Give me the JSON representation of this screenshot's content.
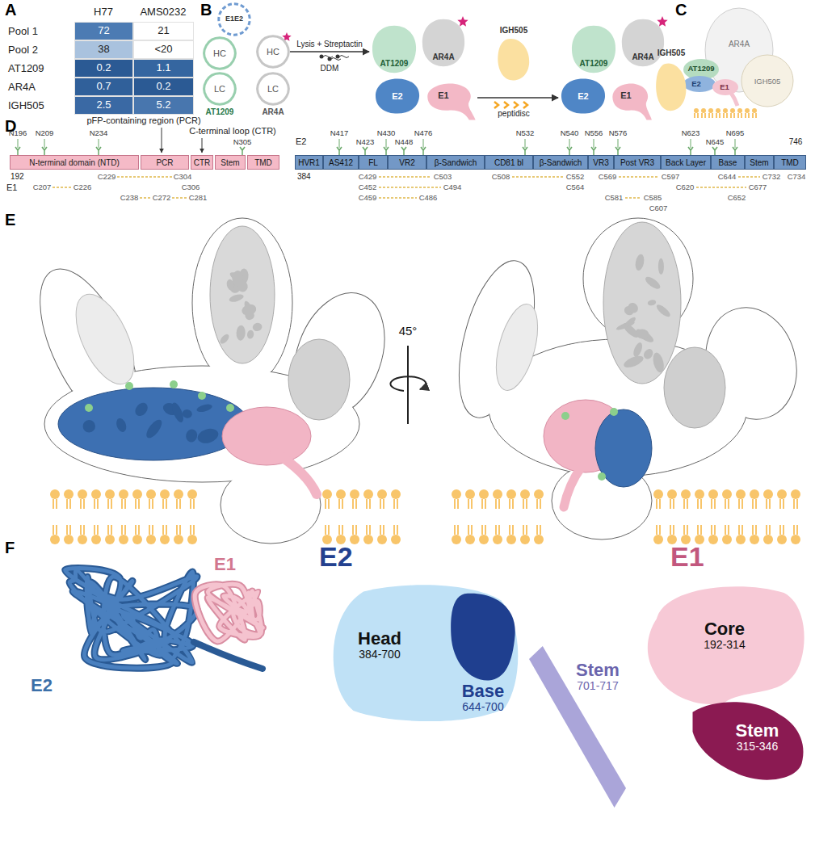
{
  "diagram": {
    "nodes": [
      {
        "text": [
          "72"
        ]
      },
      {
        "text": [
          "21"
        ]
      },
      {
        "text": [
          "38"
        ]
      },
      {
        "text": [
          "<20"
        ]
      },
      {
        "text": [
          "0.2"
        ]
      },
      {
        "text": [
          "1.1"
        ]
      },
      {
        "text": [
          "0.7"
        ]
      },
      {
        "text": [
          "0.2"
        ]
      },
      {
        "text": [
          "2.5"
        ]
      },
      {
        "text": [
          "5.2"
        ]
      },
      {
        "text": [
          "E1E2"
        ]
      },
      {
        "text": [
          "HC"
        ]
      },
      {
        "text": [
          "HC"
        ]
      },
      {
        "text": [
          "LC"
        ]
      },
      {
        "text": [
          "LC"
        ]
      },
      {
        "text": [
          "AT1209"
        ]
      },
      {
        "text": [
          "AR4A"
        ]
      },
      {
        "text": [
          "E2"
        ]
      },
      {
        "text": [
          "E1"
        ]
      },
      {
        "text": [
          "IGH505"
        ]
      },
      {
        "text": [
          "AT1209"
        ]
      },
      {
        "text": [
          "AR4A"
        ]
      },
      {
        "text": [
          "E2"
        ]
      },
      {
        "text": [
          "E1"
        ]
      },
      {
        "text": [
          "IGH505"
        ]
      },
      {
        "text": [
          "N-terminal domain (NTD)"
        ]
      },
      {
        "text": [
          "PCR"
        ]
      },
      {
        "text": [
          "CTR"
        ]
      },
      {
        "text": [
          "Stem"
        ]
      },
      {
        "text": [
          "TMD"
        ]
      },
      {
        "text": [
          "HVR1"
        ]
      },
      {
        "text": [
          "AS412"
        ]
      },
      {
        "text": [
          "FL"
        ]
      },
      {
        "text": [
          "VR2"
        ]
      },
      {
        "text": [
          "β-Sandwich"
        ]
      },
      {
        "text": [
          "CD81 bl"
        ]
      },
      {
        "text": [
          "β-Sandwich"
        ]
      },
      {
        "text": [
          "VR3"
        ]
      },
      {
        "text": [
          "Post VR3"
        ]
      },
      {
        "text": [
          "Back Layer"
        ]
      },
      {
        "text": [
          "Base"
        ]
      },
      {
        "text": [
          "Stem"
        ]
      },
      {
        "text": [
          "TMD"
        ]
      },
      {
        "text": [
          "Head",
          "384-700"
        ]
      },
      {
        "text": [
          "Base",
          "644-700"
        ],
        "in": 43
      },
      {
        "text": [
          "Stem",
          "701-717"
        ]
      },
      {
        "text": [
          "Core",
          "192-314"
        ]
      },
      {
        "text": [
          "Stem",
          "315-346"
        ]
      }
    ],
    "edges": [
      {
        "from": 12,
        "to": 15,
        "label": "Lysis + Streptactin",
        "arrow": "to"
      },
      {
        "from": 18,
        "to": 22,
        "arrow": "to"
      }
    ],
    "labels": [
      "A",
      "H77",
      "AMS0232",
      "Pool 1",
      "Pool 2",
      "AT1209",
      "AR4A",
      "IGH505",
      "B",
      "AT1209",
      "AR4A",
      "DDM",
      "peptidisc",
      "C",
      "AR4A",
      "AT1209",
      "E2",
      "E1",
      "IGH505",
      "D",
      "pFP-containing region (PCR)",
      "C-terminal loop (CTR)",
      "N196",
      "N209",
      "N234",
      "N305",
      "192",
      "E1",
      "C207",
      "C226",
      "C229",
      "C238",
      "C272",
      "C281",
      "C304",
      "C306",
      "E2",
      "384",
      "746",
      "N417",
      "N423",
      "N430",
      "N448",
      "N476",
      "N532",
      "N540",
      "N556",
      "N576",
      "N623",
      "N645",
      "N695",
      "C429",
      "C452",
      "C459",
      "C486",
      "C494",
      "C503",
      "C508",
      "C552",
      "C564",
      "C569",
      "C581",
      "C585",
      "C597",
      "C607",
      "C620",
      "C644",
      "C652",
      "C677",
      "C732",
      "C734",
      "E",
      "45°",
      "F",
      "E2",
      "E1",
      "E2",
      "E1"
    ]
  }
}
